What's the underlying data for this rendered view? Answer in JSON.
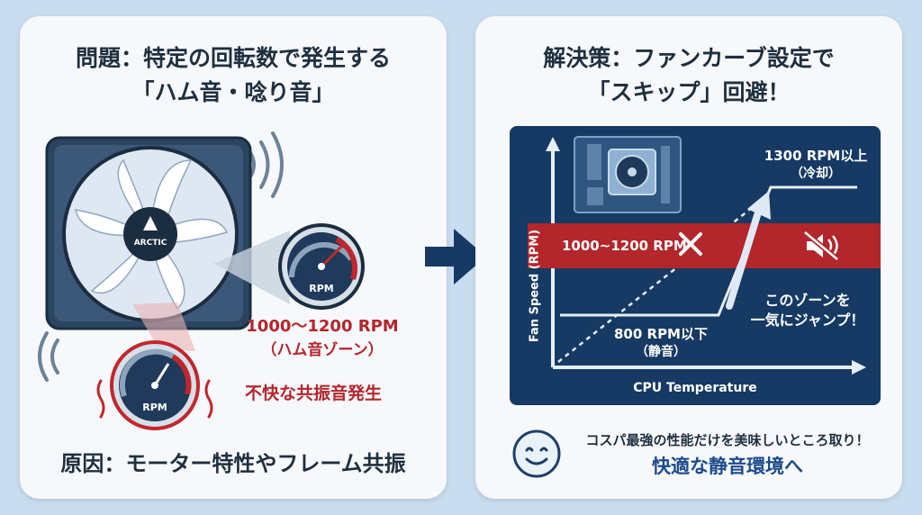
{
  "left": {
    "title_line1": "問題：特定の回転数で発生する",
    "title_line2": "「ハム音・唸り音」",
    "fan_brand": "ARCTIC",
    "gauge_label": "RPM",
    "zone_rpm": "1000〜1200 RPM",
    "zone_name": "（ハム音ゾーン）",
    "warning": "不快な共振音発生",
    "cause": "原因：モーター特性やフレーム共振"
  },
  "right": {
    "title_line1": "解決策：ファンカーブ設定で",
    "title_line2": "「スキップ」回避！",
    "y_axis_label": "Fan Speed (RPM)",
    "x_axis_label": "CPU Temperature",
    "band_label": "1000~1200 RPM",
    "high_label_1": "1300 RPM以上",
    "high_label_2": "（冷却）",
    "low_label_1": "800 RPM以下",
    "low_label_2": "（静音）",
    "jump_label_1": "このゾーンを",
    "jump_label_2": "一気にジャンプ！",
    "footer_line1": "コスパ最強の性能だけを美味しいところ取り！",
    "footer_line2": "快適な静音環境へ"
  },
  "colors": {
    "navy": "#163a63",
    "red": "#b3262b",
    "background": "#c9ddf0",
    "panel": "#f6f8fb"
  },
  "icons": [
    "fan-icon",
    "speedometer-icon",
    "motherboard-icon",
    "mute-icon",
    "smiley-icon",
    "right-arrow-icon",
    "sound-wave-icon"
  ]
}
